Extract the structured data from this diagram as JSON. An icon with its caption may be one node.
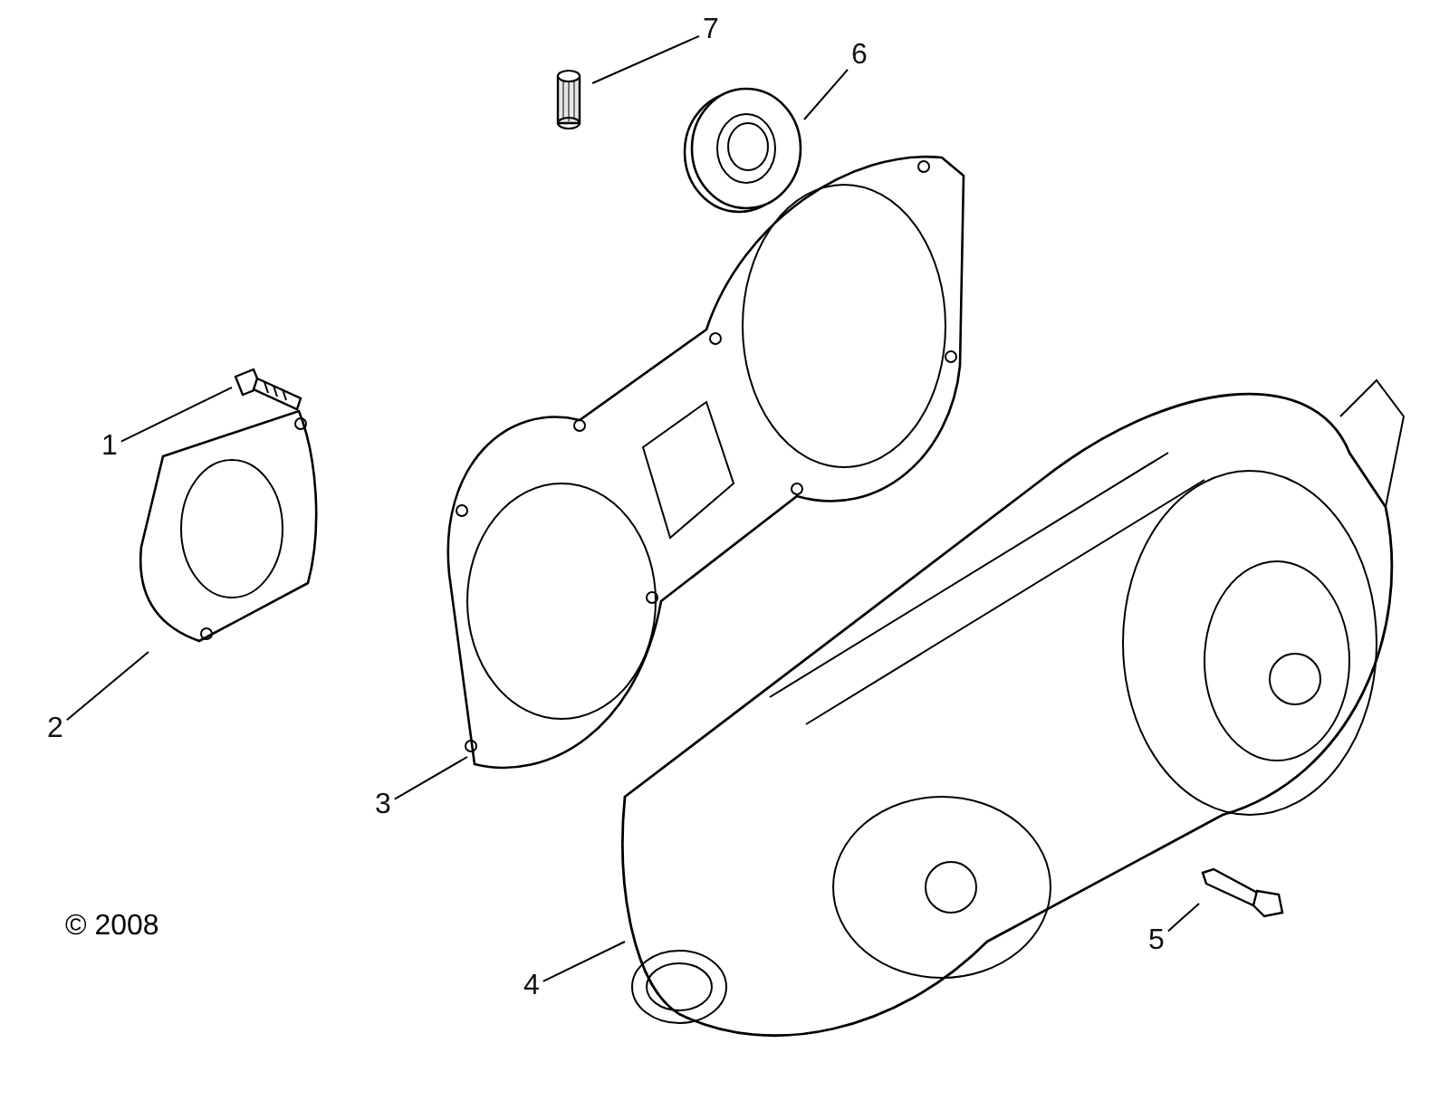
{
  "diagram": {
    "nodes": [
      {
        "text": [
          "1"
        ]
      },
      {
        "text": [
          "2"
        ]
      },
      {
        "text": [
          "3"
        ]
      },
      {
        "text": [
          "4"
        ]
      },
      {
        "text": [
          "5"
        ]
      },
      {
        "text": [
          "6"
        ]
      },
      {
        "text": [
          "7"
        ]
      },
      {
        "text": [],
        "shape": "picture"
      },
      {
        "text": [],
        "shape": "picture"
      },
      {
        "text": [],
        "shape": "picture"
      },
      {
        "text": [],
        "shape": "picture"
      },
      {
        "text": [],
        "shape": "picture"
      },
      {
        "text": [],
        "shape": "picture"
      },
      {
        "text": [],
        "shape": "picture"
      }
    ],
    "edges": [
      {
        "from": 0,
        "to": 7,
        "arrow": "none"
      },
      {
        "from": 1,
        "to": 8,
        "arrow": "none"
      },
      {
        "from": 2,
        "to": 9,
        "arrow": "none"
      },
      {
        "from": 3,
        "to": 10,
        "arrow": "none"
      },
      {
        "from": 4,
        "to": 11,
        "arrow": "none"
      },
      {
        "from": 5,
        "to": 12,
        "arrow": "none"
      },
      {
        "from": 6,
        "to": 13,
        "arrow": "none"
      }
    ],
    "labels": [
      "© 2008"
    ]
  }
}
